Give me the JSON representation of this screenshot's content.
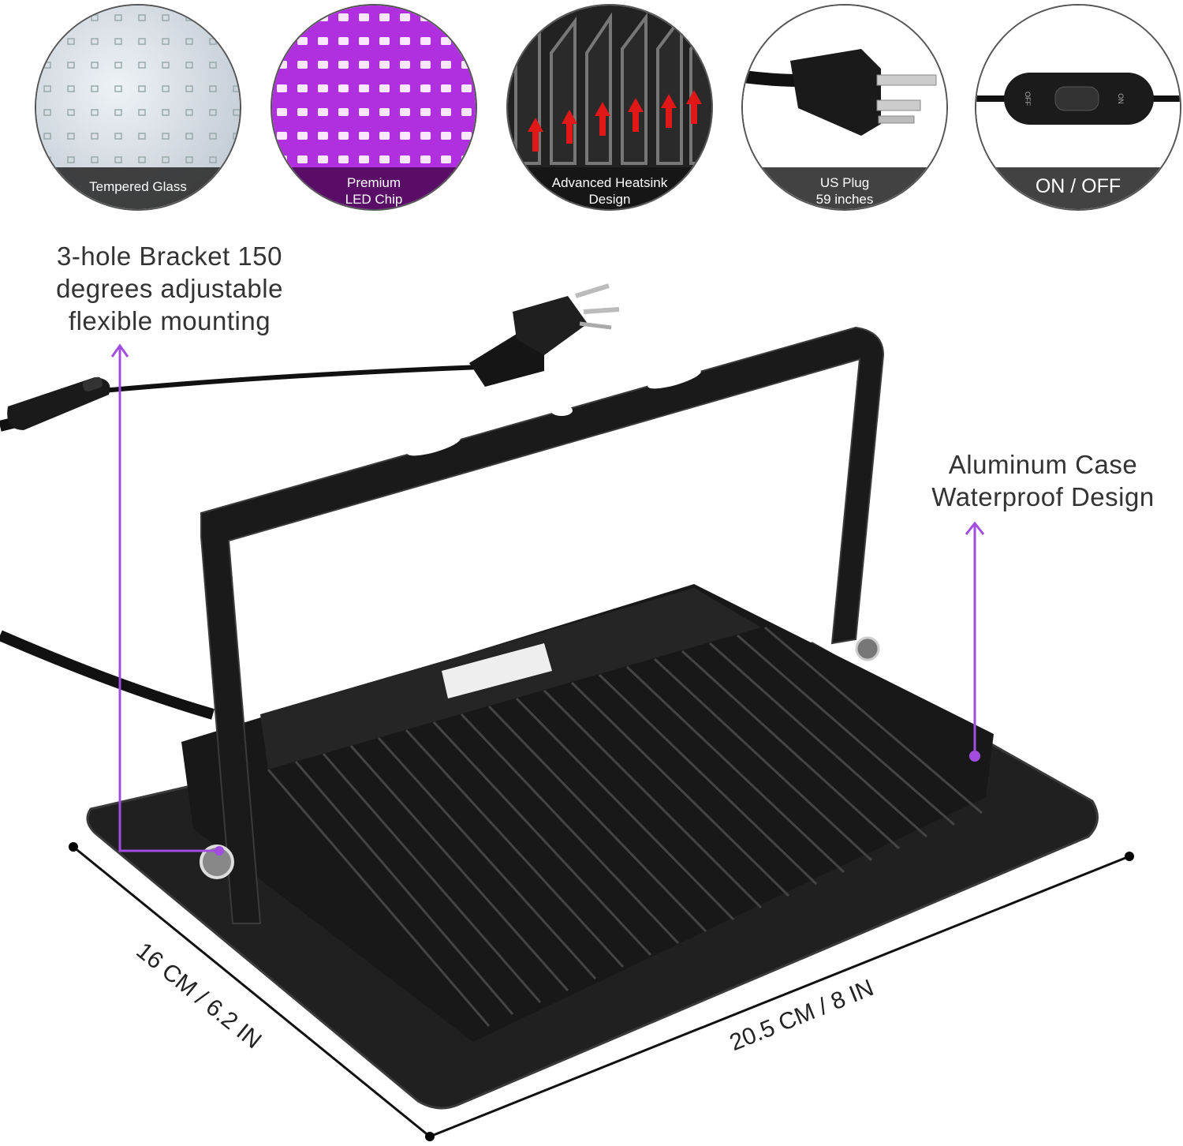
{
  "features": [
    {
      "label": "Tempered Glass",
      "icon": "tempered-glass-closeup"
    },
    {
      "label_line1": "Premium",
      "label_line2": "LED Chip",
      "icon": "uv-led-chip-closeup"
    },
    {
      "label_line1": "Advanced Heatsink",
      "label_line2": "Design",
      "icon": "heatsink-closeup"
    },
    {
      "label_line1": "US Plug",
      "label_line2": "59 inches",
      "icon": "us-plug-closeup"
    },
    {
      "label": "ON / OFF",
      "icon": "switch-closeup"
    }
  ],
  "callouts": {
    "bracket": {
      "line1": "3-hole Bracket 150",
      "line2": "degrees adjustable",
      "line3": "flexible mounting"
    },
    "case": {
      "line1": "Aluminum Case",
      "line2": "Waterproof Design"
    }
  },
  "dimensions": {
    "depth": "16 CM / 6.2 IN",
    "width": "20.5 CM / 8 IN"
  },
  "switch": {
    "off": "OFF",
    "on": "ON"
  },
  "colors": {
    "accent": "#a24de0",
    "uv": "#c040f0",
    "device": "#1c1c1c",
    "band": "#333333"
  }
}
